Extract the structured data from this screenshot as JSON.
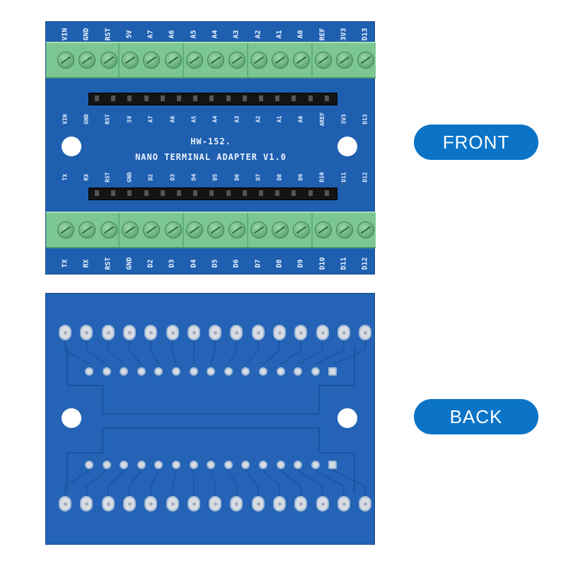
{
  "front": {
    "label": "FRONT",
    "board_title_1": "HW-152.",
    "board_title_2": "NANO TERMINAL ADAPTER V1.0",
    "top_terminal_labels": [
      "VIN",
      "GND",
      "RST",
      "5V",
      "A7",
      "A6",
      "A5",
      "A4",
      "A3",
      "A2",
      "A1",
      "A0",
      "REF",
      "3V3",
      "D13"
    ],
    "top_header_labels": [
      "VIN",
      "GND",
      "RST",
      "5V",
      "A7",
      "A6",
      "A5",
      "A4",
      "A3",
      "A2",
      "A1",
      "A0",
      "AREF",
      "3V3",
      "D13"
    ],
    "bottom_header_labels": [
      "TX",
      "RX",
      "RST",
      "GND",
      "D2",
      "D3",
      "D4",
      "D5",
      "D6",
      "D7",
      "D8",
      "D9",
      "D10",
      "D11",
      "D12"
    ],
    "bottom_terminal_labels": [
      "TX",
      "RX",
      "RST",
      "GND",
      "D2",
      "D3",
      "D4",
      "D5",
      "D6",
      "D7",
      "D8",
      "D9",
      "D10",
      "D11",
      "D12"
    ]
  },
  "back": {
    "label": "BACK"
  },
  "colors": {
    "pcb": "#1f5fb0",
    "terminal": "#7cc693",
    "pill": "#0b74c7",
    "silkscreen": "#e9f2ff"
  }
}
